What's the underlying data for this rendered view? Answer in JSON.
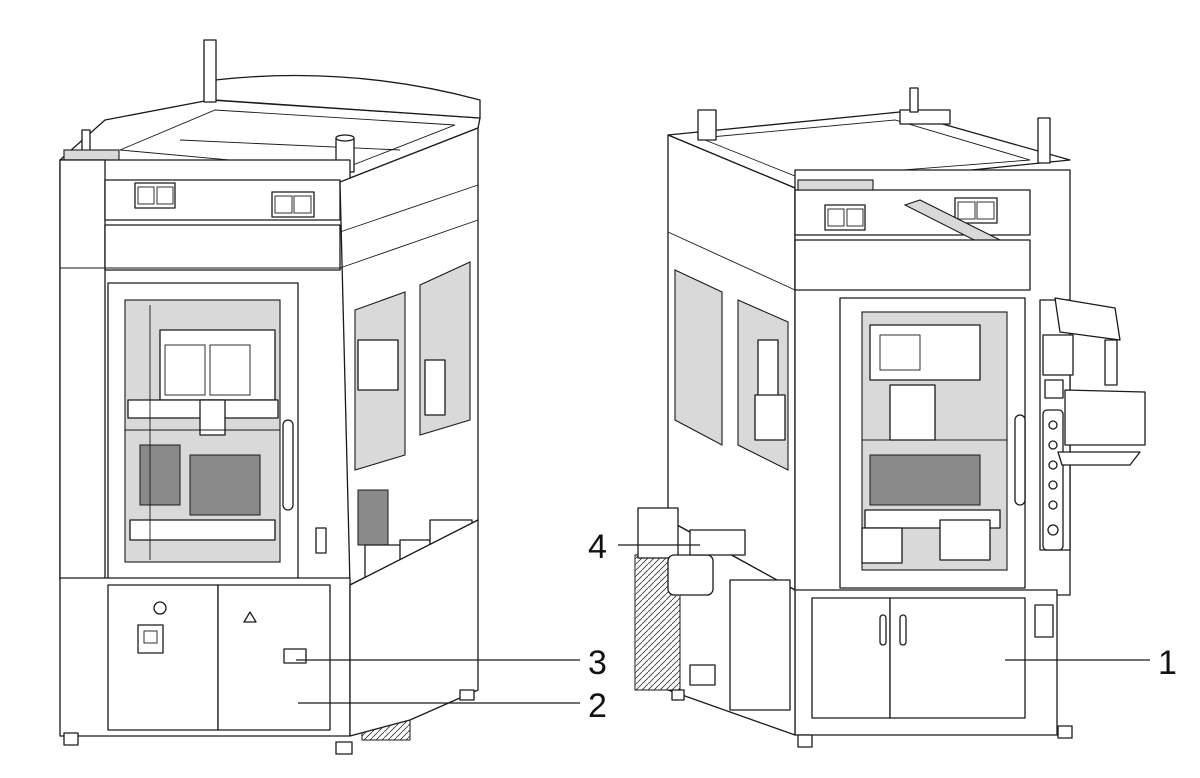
{
  "figure": {
    "callouts": [
      {
        "id": "1",
        "label": "1"
      },
      {
        "id": "2",
        "label": "2"
      },
      {
        "id": "3",
        "label": "3"
      },
      {
        "id": "4",
        "label": "4"
      }
    ],
    "icons": {
      "left_machine": "automated-machine-front-view",
      "right_machine": "automated-machine-rear-view-with-control-panel",
      "warning_sign": "warning-triangle-icon"
    },
    "colors": {
      "line": "#1a1a1a",
      "fill": "#ffffff",
      "shade": "#d9d9d9"
    }
  }
}
